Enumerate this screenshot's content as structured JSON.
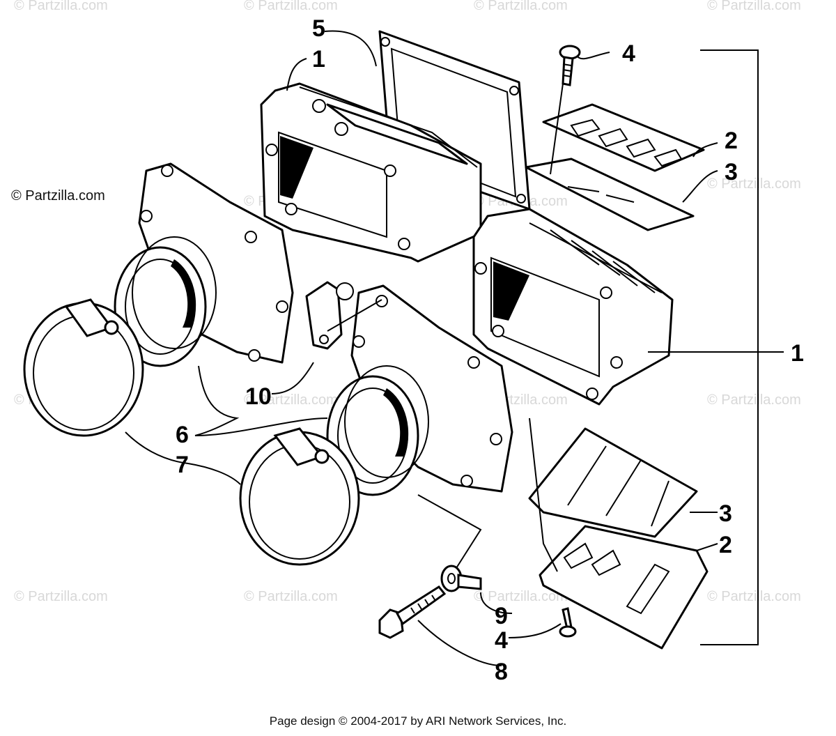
{
  "watermark": "© Partzilla.com",
  "brand_watermark": "© Partzilla.com",
  "footer": "Page design © 2004-2017 by ARI Network Services, Inc.",
  "callouts": {
    "c1a": "1",
    "c1b": "1",
    "c2a": "2",
    "c2b": "2",
    "c3a": "3",
    "c3b": "3",
    "c4a": "4",
    "c4b": "4",
    "c5": "5",
    "c6": "6",
    "c7": "7",
    "c8": "8",
    "c9": "9",
    "c10": "10"
  }
}
